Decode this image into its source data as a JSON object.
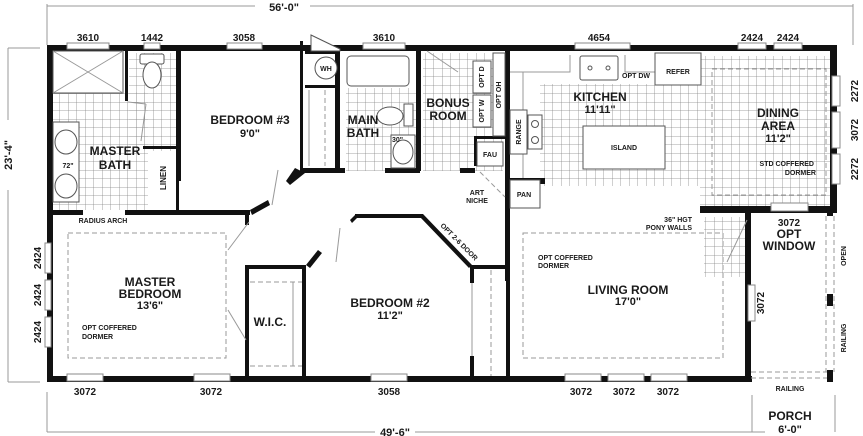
{
  "overall": {
    "width_label": "56'-0\"",
    "height_label": "23'-4\"",
    "bottom_width_label": "49'-6\"",
    "porch_label": "PORCH",
    "porch_width": "6'-0\""
  },
  "rooms": {
    "master_bath": {
      "name_line1": "MASTER",
      "name_line2": "BATH",
      "vanity": "72\""
    },
    "linen": {
      "name": "LINEN"
    },
    "bedroom3": {
      "name": "BEDROOM #3",
      "size": "9'0\""
    },
    "wh": {
      "name": "WH"
    },
    "main_bath": {
      "name_line1": "MAIN",
      "name_line2": "BATH",
      "vanity": "30\""
    },
    "bonus_room": {
      "name_line1": "BONUS",
      "name_line2": "ROOM",
      "opt_d": "OPT D",
      "opt_w": "OPT W",
      "opt_oh": "OPT OH"
    },
    "fau": {
      "name": "FAU"
    },
    "art_niche": {
      "line1": "ART",
      "line2": "NICHE"
    },
    "kitchen": {
      "name": "KITCHEN",
      "size": "11'11\"",
      "range": "RANGE",
      "pan": "PAN",
      "island": "ISLAND",
      "opt_dw": "OPT DW",
      "refer": "REFER"
    },
    "dining": {
      "name_line1": "DINING",
      "name_line2": "AREA",
      "size": "11'2\"",
      "note_line1": "STD COFFERED",
      "note_line2": "DORMER"
    },
    "master_bedroom": {
      "name_line1": "MASTER",
      "name_line2": "BEDROOM",
      "size": "13'6\"",
      "note_line1": "OPT COFFERED",
      "note_line2": "DORMER",
      "radius_arch": "RADIUS ARCH"
    },
    "wic": {
      "name": "W.I.C."
    },
    "bedroom2": {
      "name": "BEDROOM #2",
      "size": "11'2\"",
      "opt_door": "OPT 2-6 DOOR"
    },
    "living_room": {
      "name": "LIVING ROOM",
      "size": "17'0\"",
      "note_line1": "OPT COFFERED",
      "note_line2": "DORMER",
      "pony_line1": "36\" HGT",
      "pony_line2": "PONY WALLS"
    },
    "opt_window": {
      "size": "3072",
      "line1": "OPT",
      "line2": "WINDOW"
    },
    "porch": {
      "open": "OPEN",
      "railing_side": "RAILING",
      "railing_bottom": "RAILING"
    }
  },
  "windows": {
    "top": [
      "3610",
      "1442",
      "3058",
      "3610",
      "4654",
      "2424",
      "2424"
    ],
    "right": [
      "2272",
      "3072",
      "2272"
    ],
    "left": [
      "2424",
      "2424",
      "2424"
    ],
    "bottom": [
      "3072",
      "3072",
      "3058",
      "3072",
      "3072",
      "3072"
    ],
    "living_right": "3072"
  }
}
